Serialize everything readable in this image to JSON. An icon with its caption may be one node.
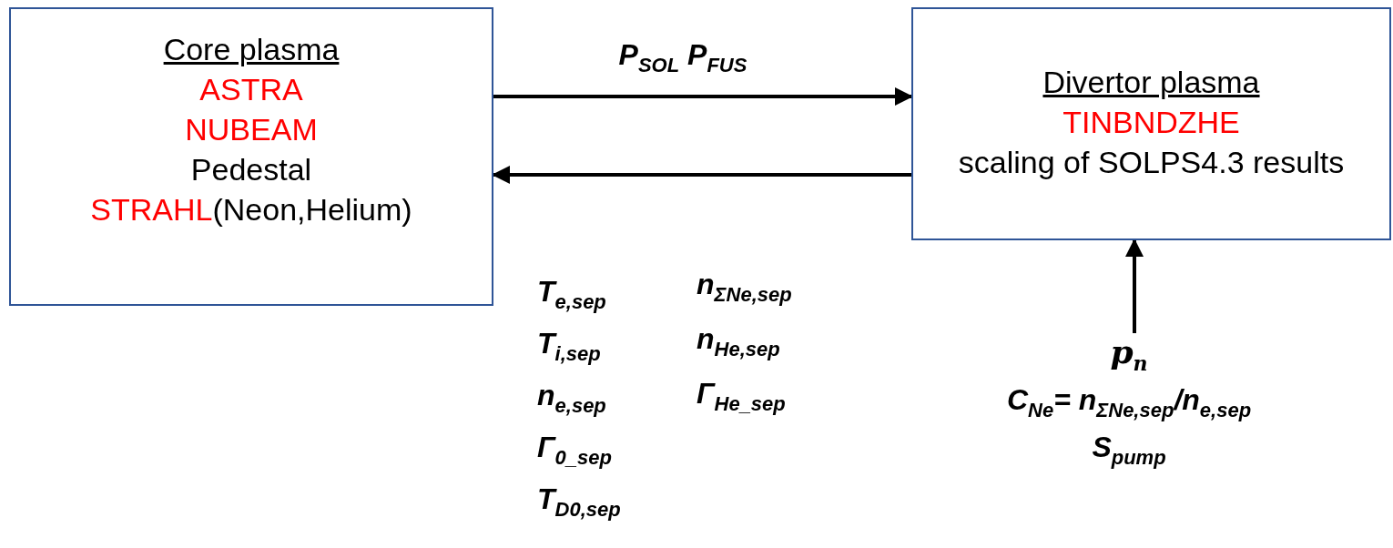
{
  "diagram": {
    "nodes": [
      {
        "text": [
          "Core plasma",
          "ASTRA",
          "NUBEAM",
          "Pedestal",
          "STRAHL(Neon,Helium)"
        ]
      },
      {
        "text": [
          "Divertor plasma",
          "TINBNDZHE",
          "scaling of SOLPS4.3 results"
        ]
      },
      {
        "text": [
          "p$_{n}$",
          "C$_{Ne}$= n$_{ΣNe,sep}$/n$_{e,sep}$",
          "S$_{pump}$"
        ]
      }
    ],
    "edges": [
      {
        "from": 0,
        "to": 1,
        "arrow": "to",
        "label": "P$_{SOL}$ P$_{FUS}$"
      },
      {
        "from": 1,
        "to": 0,
        "arrow": "to"
      },
      {
        "from": 2,
        "to": 1,
        "arrow": "to"
      }
    ],
    "labels": [
      "T$_{e,sep}$",
      "n$_{ΣNe,sep}$",
      "T$_{i,sep}$",
      "n$_{He,sep}$",
      "n$_{e,sep}$",
      "Γ$_{He_sep}$",
      "Γ$_{0_sep}$",
      "T$_{D0,sep}$"
    ]
  }
}
